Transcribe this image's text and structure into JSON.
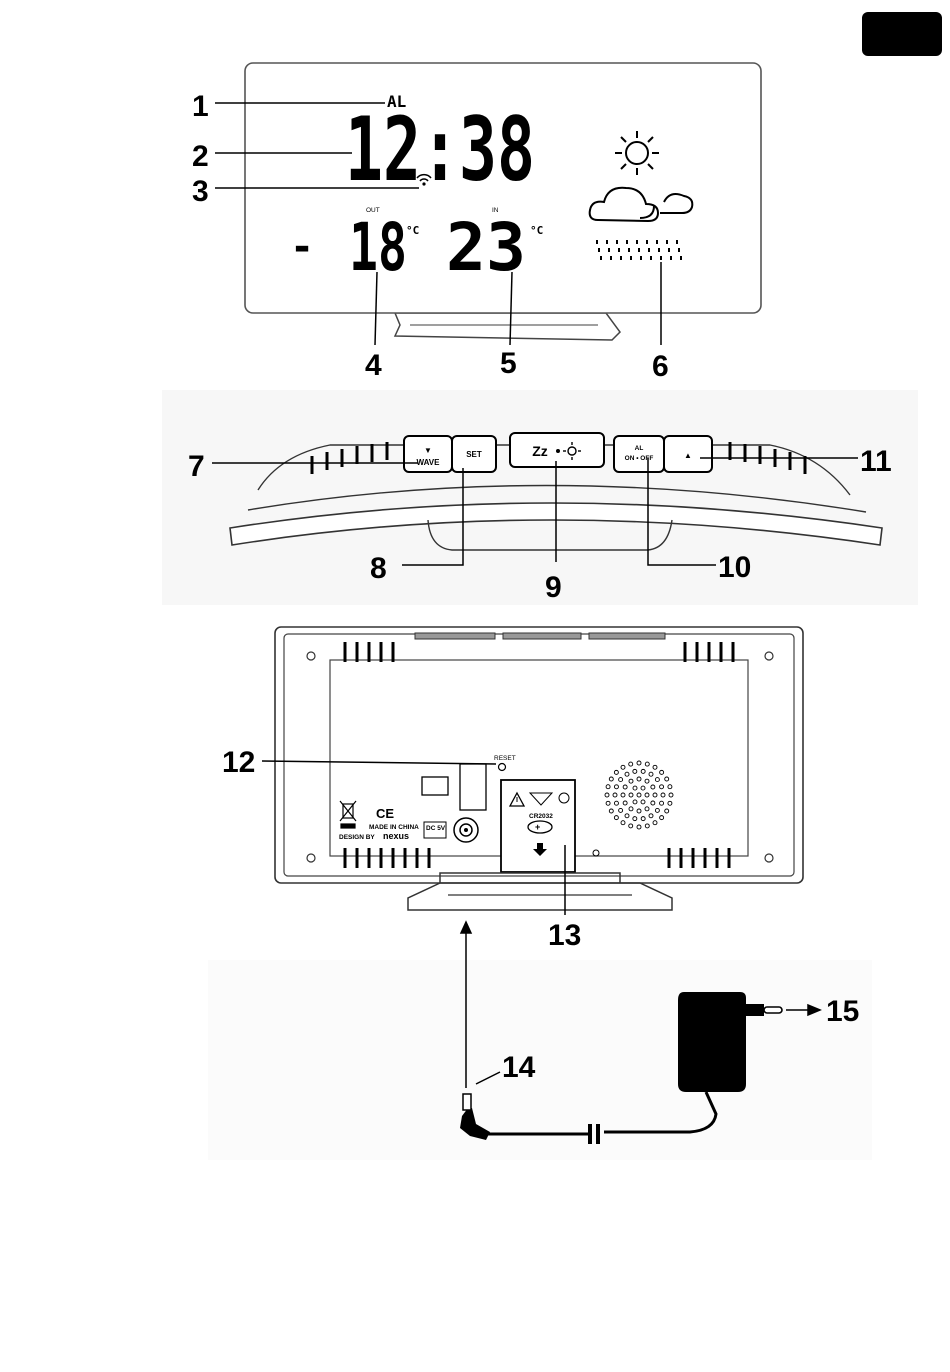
{
  "front": {
    "alarm_indicator": "AL",
    "time": "12:38",
    "out_label": "OUT",
    "in_label": "IN",
    "out_temp_sign": "-",
    "out_temp": "18",
    "in_temp": "23",
    "unit": "°C"
  },
  "top": {
    "wave_arrow": "▼",
    "wave_label": "WAVE",
    "set_label": "SET",
    "snooze_label": "Zz",
    "alarm_onoff_line1": "AL",
    "alarm_onoff_line2": "ON • OFF",
    "up_label": "▲"
  },
  "back": {
    "reset_label": "RESET",
    "ce_mark": "CE",
    "made_in": "MADE IN CHINA",
    "design_by": "DESIGN BY",
    "brand": "nexus",
    "dc_label": "DC 5V",
    "battery_label": "CR2032"
  },
  "callouts": [
    "1",
    "2",
    "3",
    "4",
    "5",
    "6",
    "7",
    "8",
    "9",
    "10",
    "11",
    "12",
    "13",
    "14",
    "15"
  ],
  "icons": [
    "sun-icon",
    "cloud-sun-icon",
    "rain-icon",
    "wifi-signal-icon",
    "warning-icon",
    "recycle-bin-icon",
    "speaker-grille-icon",
    "power-adapter-icon"
  ]
}
